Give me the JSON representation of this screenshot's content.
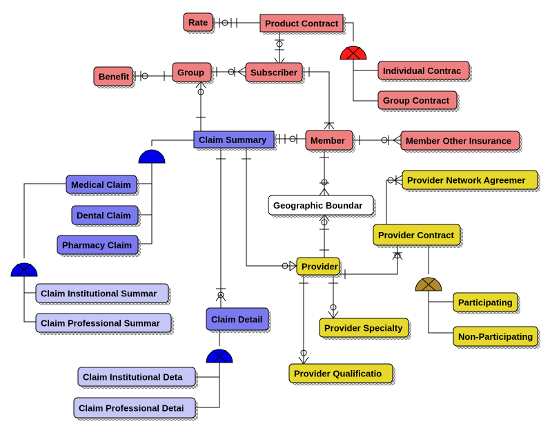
{
  "colors": {
    "red": "#f08080",
    "blue": "#7b7bef",
    "lightblue": "#c6c6f7",
    "white": "#ffffff",
    "yellow": "#e6d82c",
    "shadow": "#9a9a9a",
    "subtype_red": "#ff1a1a",
    "subtype_blue": "#0000e6",
    "subtype_olive": "#b08a2a",
    "line": "#000000"
  },
  "entities": {
    "rate": "Rate",
    "product_contract": "Product Contract",
    "individual_contract": "Individual Contrac",
    "group_contract": "Group Contract",
    "benefit": "Benefit",
    "group": "Group",
    "subscriber": "Subscriber",
    "claim_summary": "Claim Summary",
    "member": "Member",
    "member_other_insurance": "Member Other Insurance",
    "medical_claim": "Medical Claim",
    "dental_claim": "Dental Claim",
    "pharmacy_claim": "Pharmacy Claim",
    "claim_institutional_summary": "Claim Institutional Summar",
    "claim_professional_summary": "Claim Professional Summar",
    "geographic_boundary": "Geographic Boundar",
    "provider_network_agreement": "Provider Network Agreemer",
    "provider_contract": "Provider Contract",
    "provider": "Provider",
    "participating": "Participating",
    "non_participating": "Non-Participating",
    "provider_specialty": "Provider Specialty",
    "provider_qualification": "Provider Qualificatio",
    "claim_detail": "Claim Detail",
    "claim_institutional_detail": "Claim Institutional Deta",
    "claim_professional_detail": "Claim Professional Detai"
  }
}
